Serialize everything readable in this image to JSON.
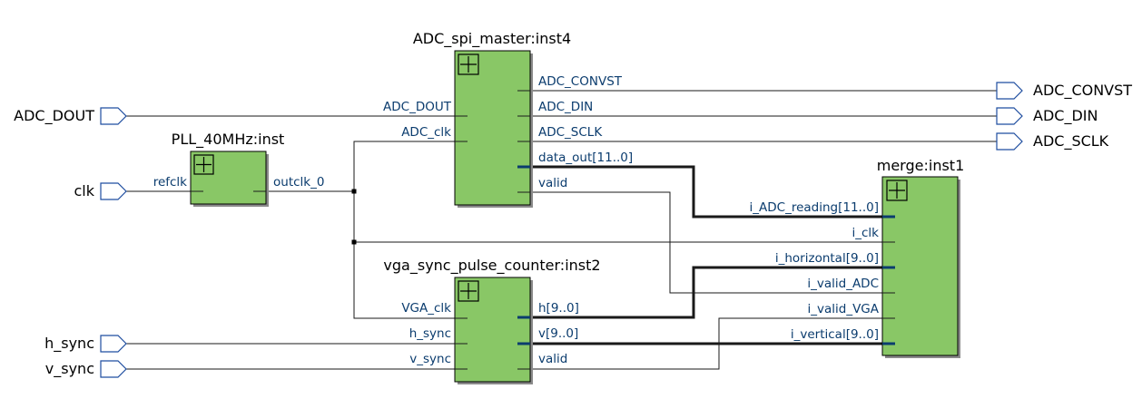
{
  "inputs": {
    "adc_dout": "ADC_DOUT",
    "clk": "clk",
    "h_sync": "h_sync",
    "v_sync": "v_sync"
  },
  "outputs": {
    "adc_convst": "ADC_CONVST",
    "adc_din": "ADC_DIN",
    "adc_sclk": "ADC_SCLK"
  },
  "blocks": {
    "pll": {
      "title": "PLL_40MHz:inst",
      "inputs": [
        "refclk"
      ],
      "outputs": [
        "outclk_0"
      ]
    },
    "adc": {
      "title": "ADC_spi_master:inst4",
      "inputs": [
        "ADC_DOUT",
        "ADC_clk"
      ],
      "outputs": [
        "ADC_CONVST",
        "ADC_DIN",
        "ADC_SCLK",
        "data_out[11..0]",
        "valid"
      ]
    },
    "vga": {
      "title": "vga_sync_pulse_counter:inst2",
      "inputs": [
        "VGA_clk",
        "h_sync",
        "v_sync"
      ],
      "outputs": [
        "h[9..0]",
        "v[9..0]",
        "valid"
      ]
    },
    "merge": {
      "title": "merge:inst1",
      "inputs": [
        "i_ADC_reading[11..0]",
        "i_clk",
        "i_horizontal[9..0]",
        "i_valid_ADC",
        "i_valid_VGA",
        "i_vertical[9..0]"
      ]
    }
  },
  "colors": {
    "block_fill": "#89c766",
    "port_text": "#0b3c6e",
    "pin_outline": "#1f4ea0",
    "wire": "#1a1a1a"
  }
}
